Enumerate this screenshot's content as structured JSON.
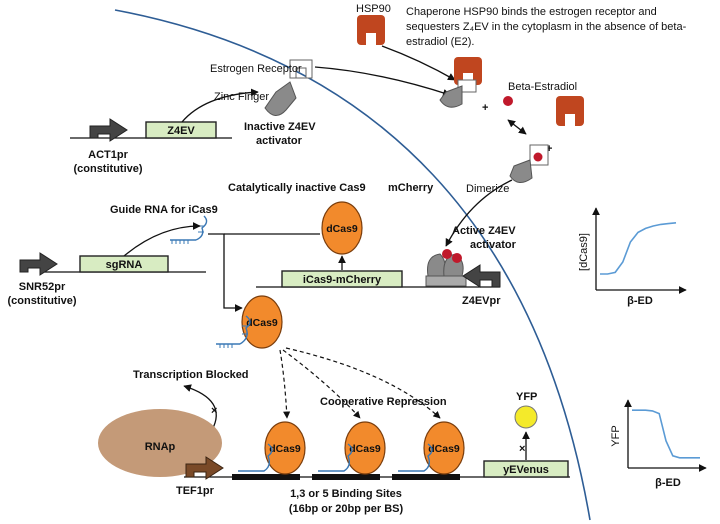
{
  "labels": {
    "hsp90": "HSP90",
    "note": "Chaperone HSP90 binds the estrogen receptor and sequesters Z₄EV in the cytoplasm in the absence of beta-estradiol (E2).",
    "estrogen_receptor": "Estrogen Receptor",
    "zinc_finger": "Zinc Finger",
    "beta_estradiol": "Beta-Estradiol",
    "z4ev_gene": "Z4EV",
    "inactive_line1": "Inactive Z4EV",
    "inactive_line2": "activator",
    "act1pr_line1": "ACT1pr",
    "act1pr_line2": "(constitutive)",
    "cas9_title": "Catalytically inactive Cas9",
    "mcherry": "mCherry",
    "dimerize": "Dimerize",
    "guide_rna": "Guide RNA for iCas9",
    "dcas9": "dCas9",
    "active_line1": "Active Z4EV",
    "active_line2": "activator",
    "sgrna_gene": "sgRNA",
    "icas9_gene": "iCas9-mCherry",
    "snr52_line1": "SNR52pr",
    "snr52_line2": "(constitutive)",
    "z4evpr": "Z4EVpr",
    "transcription_blocked": "Transcription Blocked",
    "cooperative": "Cooperative Repression",
    "yfp": "YFP",
    "rnap": "RNAp",
    "yevenus_gene": "yEVenus",
    "tef1pr": "TEF1pr",
    "binding_line1": "1,3 or 5 Binding Sites",
    "binding_line2": "(16bp or 20bp per BS)"
  },
  "colors": {
    "membrane": "#2e5d95",
    "hsp90": "#c0461f",
    "dcas9": "#f28a2c",
    "gene_box": "#d8ecc2",
    "rnap": "#c49a78",
    "yfp": "#f4ea2a",
    "curve": "#5b9bd5",
    "receptor_grey": "#8a8a8a"
  },
  "chart_data": [
    {
      "type": "line",
      "ylabel": "[dCas9]",
      "xlabel": "β-ED",
      "shape": "sigmoid-increasing",
      "x": [
        0,
        0.1,
        0.2,
        0.3,
        0.4,
        0.5,
        0.6,
        0.7,
        0.8,
        0.9,
        1.0
      ],
      "y": [
        0.2,
        0.2,
        0.22,
        0.35,
        0.6,
        0.72,
        0.77,
        0.8,
        0.82,
        0.83,
        0.84
      ]
    },
    {
      "type": "line",
      "ylabel": "YFP",
      "xlabel": "β-ED",
      "shape": "sigmoid-decreasing",
      "x": [
        0,
        0.1,
        0.2,
        0.3,
        0.4,
        0.5,
        0.6,
        0.7,
        0.8,
        0.9,
        1.0
      ],
      "y": [
        0.85,
        0.85,
        0.85,
        0.84,
        0.8,
        0.4,
        0.18,
        0.15,
        0.15,
        0.15,
        0.15
      ]
    }
  ]
}
